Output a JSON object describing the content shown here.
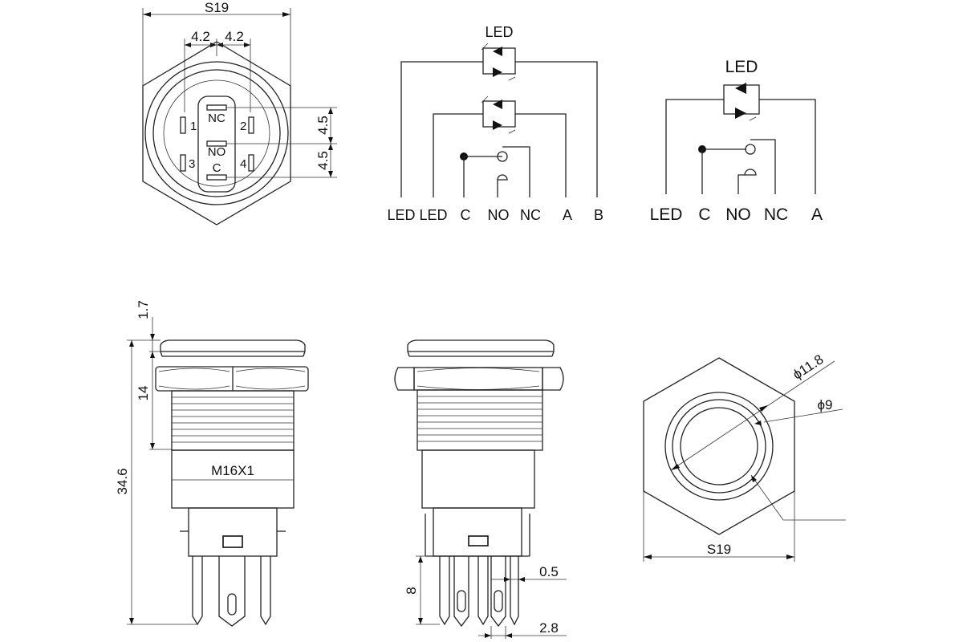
{
  "top_view": {
    "hex_size": "S19",
    "pin_pitch_left": "4.2",
    "pin_pitch_right": "4.2",
    "row_pitch_upper": "4.5",
    "row_pitch_lower": "4.5",
    "terminal_nc": "NC",
    "terminal_no": "NO",
    "terminal_c": "C",
    "pin_1": "1",
    "pin_2": "2",
    "pin_3": "3",
    "pin_4": "4"
  },
  "schematic_bicolor": {
    "led_label_top": "LED",
    "terminals": [
      "LED",
      "LED",
      "C",
      "NO",
      "NC",
      "A",
      "B"
    ]
  },
  "schematic_single": {
    "led_label_top": "LED",
    "terminals": [
      "LED",
      "C",
      "NO",
      "NC",
      "A"
    ]
  },
  "side_view": {
    "head_height": "1.7",
    "thread_length": "14",
    "total_length": "34.6",
    "thread_spec": "M16X1"
  },
  "side_view_rotated": {
    "terminal_length": "8",
    "terminal_thickness": "0.5",
    "terminal_width": "2.8"
  },
  "front_view": {
    "ring_diameter": "ϕ11.8",
    "lens_diameter": "ϕ9",
    "hex_size": "S19"
  }
}
